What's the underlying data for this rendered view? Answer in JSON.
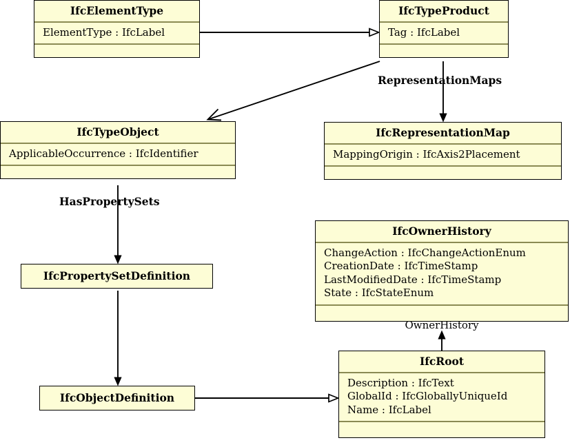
{
  "diagram": {
    "type": "uml-class-diagram",
    "title": "IFC type/object inheritance diagram",
    "colors": {
      "node_fill": "#FDFDD6",
      "node_border": "#000000",
      "compartment_separator": "#8A8A53",
      "edge": "#000000",
      "background": "#FFFFFF"
    }
  },
  "nodes": [
    {
      "id": "IfcElementType",
      "name": "IfcElementType",
      "attributes": [
        "ElementType : IfcLabel"
      ],
      "has_empty_compartment": true
    },
    {
      "id": "IfcTypeProduct",
      "name": "IfcTypeProduct",
      "attributes": [
        "Tag : IfcLabel"
      ],
      "has_empty_compartment": true
    },
    {
      "id": "IfcTypeObject",
      "name": "IfcTypeObject",
      "attributes": [
        "ApplicableOccurrence : IfcIdentifier"
      ],
      "has_empty_compartment": true
    },
    {
      "id": "IfcRepresentationMap",
      "name": "IfcRepresentationMap",
      "attributes": [
        "MappingOrigin : IfcAxis2Placement"
      ],
      "has_empty_compartment": true
    },
    {
      "id": "IfcOwnerHistory",
      "name": "IfcOwnerHistory",
      "attributes": [
        "ChangeAction : IfcChangeActionEnum",
        "CreationDate : IfcTimeStamp",
        "LastModifiedDate : IfcTimeStamp",
        "State : IfcStateEnum"
      ],
      "has_empty_compartment": true
    },
    {
      "id": "IfcRoot",
      "name": "IfcRoot",
      "attributes": [
        "Description : IfcText",
        "GlobalId : IfcGloballyUniqueId",
        "Name : IfcLabel"
      ],
      "has_empty_compartment": true
    },
    {
      "id": "IfcPropertySetDefinition",
      "name": "IfcPropertySetDefinition",
      "attributes": [],
      "has_empty_compartment": false
    },
    {
      "id": "IfcObjectDefinition",
      "name": "IfcObjectDefinition",
      "attributes": [],
      "has_empty_compartment": false
    }
  ],
  "edges": [
    {
      "id": "elementtype-to-typeproduct",
      "from": "IfcElementType",
      "to": "IfcTypeProduct",
      "label": "",
      "arrowhead": "hollow-triangle"
    },
    {
      "id": "typeproduct-to-typeobject",
      "from": "IfcTypeProduct",
      "to": "IfcTypeObject",
      "label": "",
      "arrowhead": "hollow-triangle"
    },
    {
      "id": "typeproduct-to-representationmap",
      "from": "IfcTypeProduct",
      "to": "IfcRepresentationMap",
      "label": "RepresentationMaps",
      "arrowhead": "solid"
    },
    {
      "id": "typeobject-to-propertysetdefinition",
      "from": "IfcTypeObject",
      "to": "IfcPropertySetDefinition",
      "label": "HasPropertySets",
      "arrowhead": "solid"
    },
    {
      "id": "propertysetdefinition-to-objectdefinition",
      "from": "IfcPropertySetDefinition",
      "to": "IfcObjectDefinition",
      "label": "",
      "arrowhead": "solid"
    },
    {
      "id": "objectdefinition-to-root",
      "from": "IfcObjectDefinition",
      "to": "IfcRoot",
      "label": "",
      "arrowhead": "hollow-triangle"
    },
    {
      "id": "root-to-ownerhistory",
      "from": "IfcRoot",
      "to": "IfcOwnerHistory",
      "label": "OwnerHistory",
      "arrowhead": "solid"
    }
  ],
  "labels": {
    "has_property_sets": "HasPropertySets",
    "representation_maps": "RepresentationMaps",
    "owner_history": "OwnerHistory"
  }
}
